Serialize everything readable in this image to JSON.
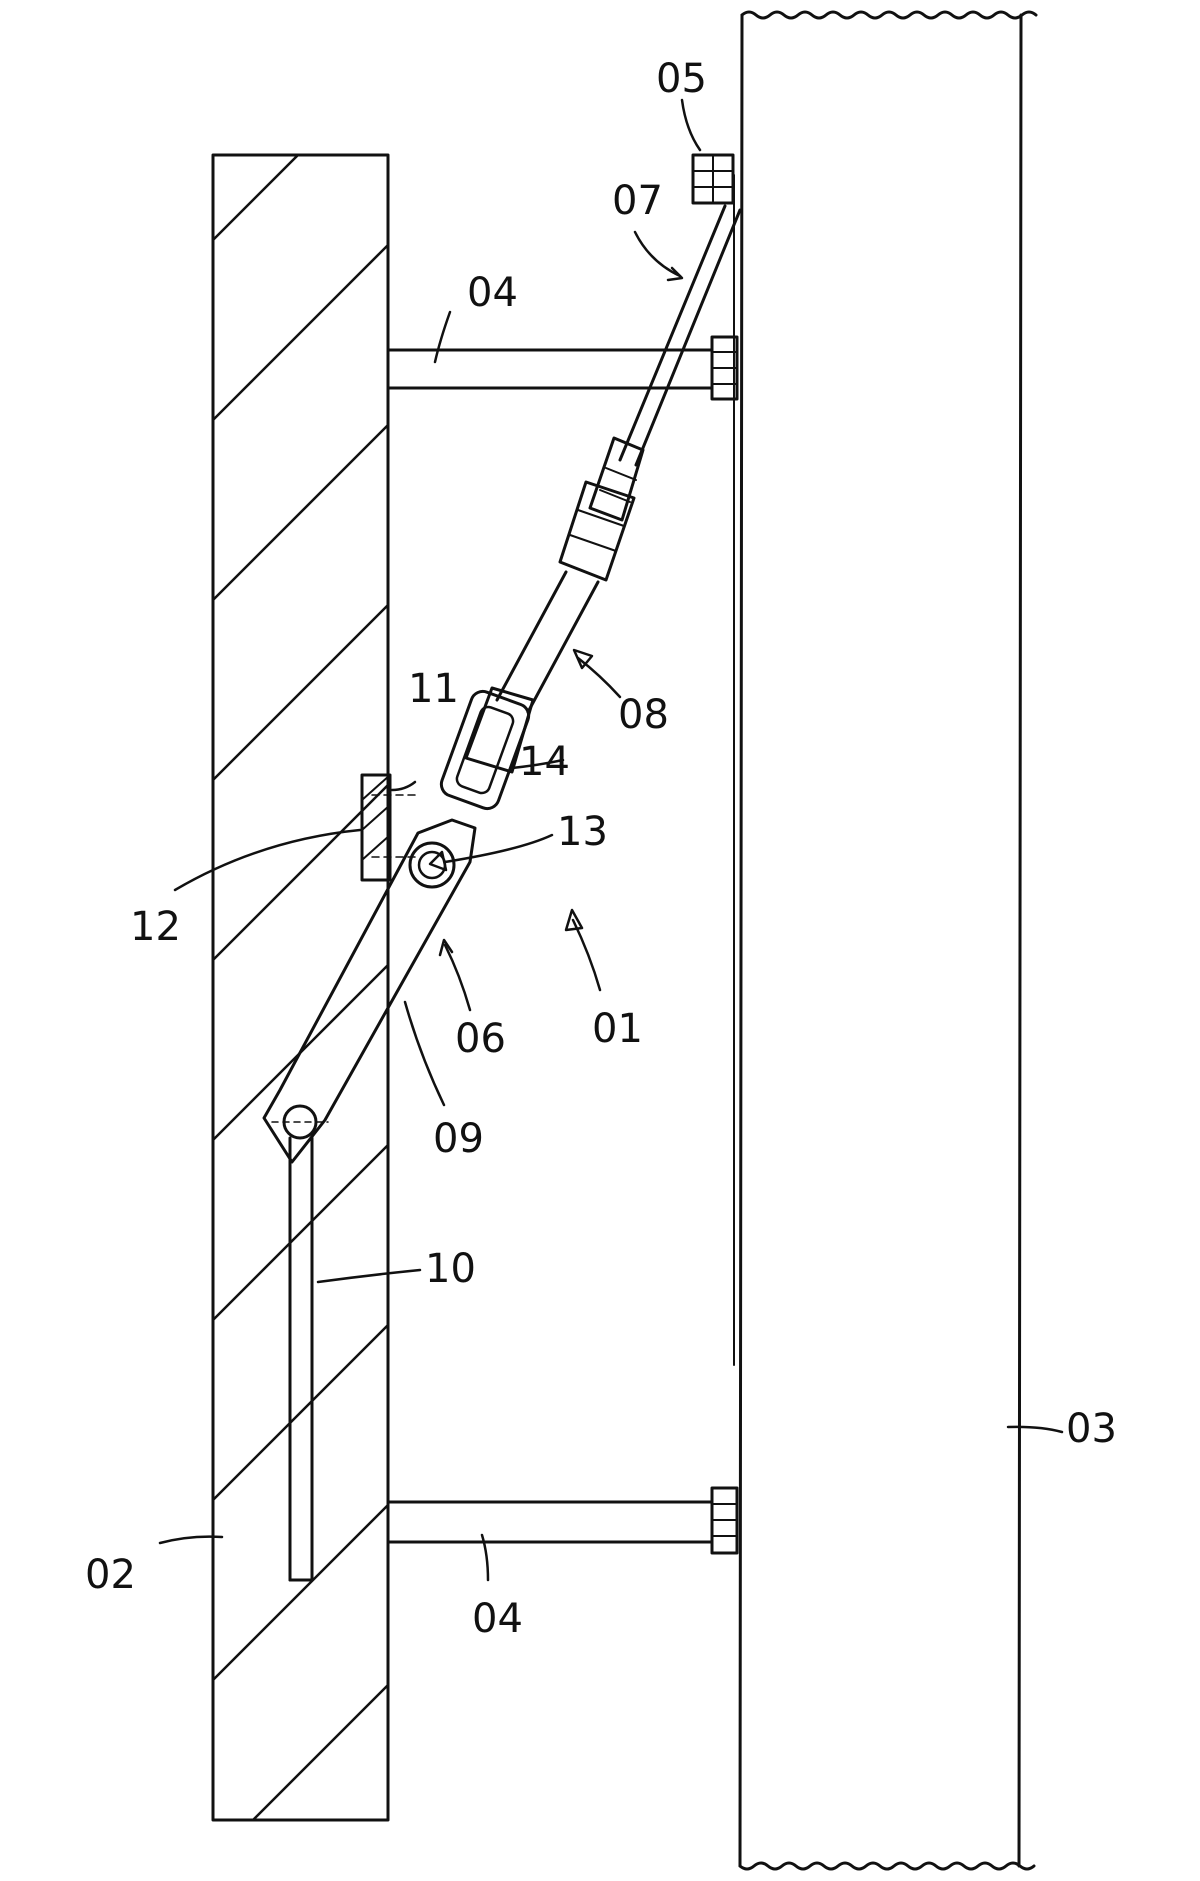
{
  "labels": {
    "l01": "01",
    "l02": "02",
    "l03": "03",
    "l04_top": "04",
    "l04_bottom": "04",
    "l05": "05",
    "l06": "06",
    "l07": "07",
    "l08": "08",
    "l09": "09",
    "l10": "10",
    "l11": "11",
    "l12": "12",
    "l13": "13",
    "l14": "14"
  }
}
